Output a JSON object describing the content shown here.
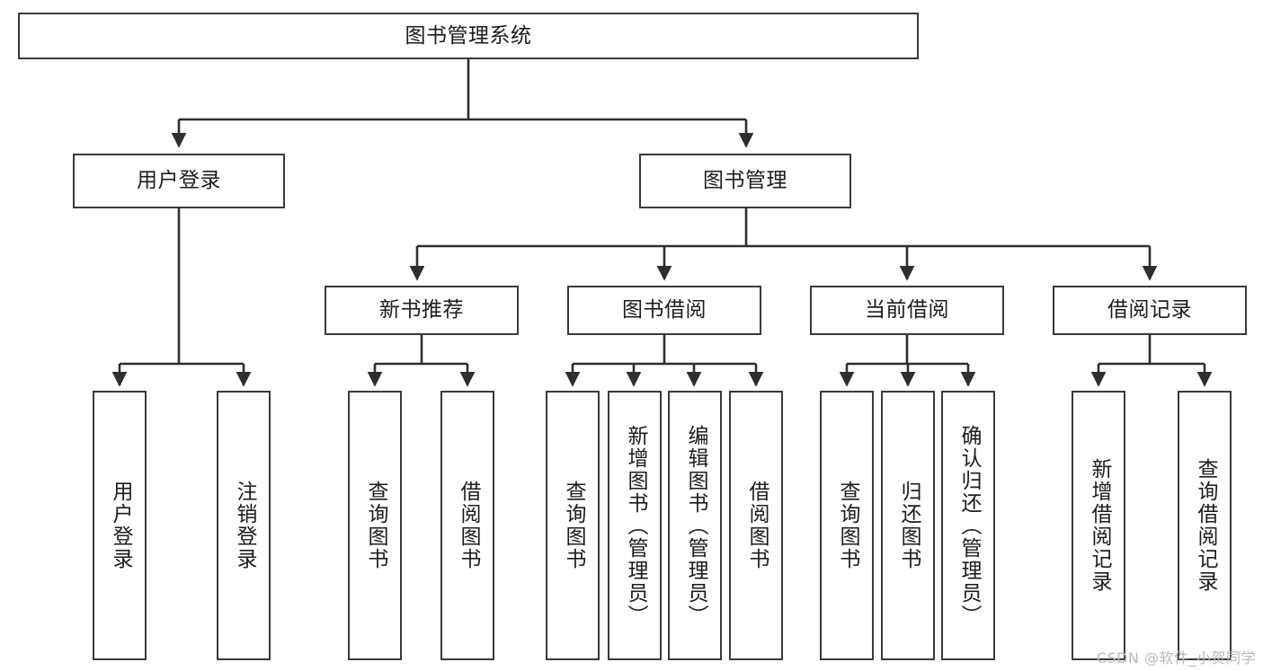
{
  "diagram": {
    "title": "图书管理系统",
    "type": "tree-hierarchy-chart",
    "watermark": "CSDN @软件_小贺同学",
    "colors": {
      "box_border": "#3a3a3a",
      "box_fill": "#ffffff",
      "edge": "#2e2e2e",
      "text": "#1c1c1c",
      "watermark": "#b9b9b9",
      "background": "#ffffff"
    },
    "nodes": {
      "root": {
        "label": "图书管理系统"
      },
      "level2": [
        {
          "id": "user-login",
          "label": "用户登录"
        },
        {
          "id": "book-management",
          "label": "图书管理"
        }
      ],
      "level3": [
        {
          "id": "new-book-recommend",
          "label": "新书推荐"
        },
        {
          "id": "book-borrow",
          "label": "图书借阅"
        },
        {
          "id": "current-borrow",
          "label": "当前借阅"
        },
        {
          "id": "borrow-record",
          "label": "借阅记录"
        }
      ],
      "leaves": {
        "user_login": [
          {
            "id": "leaf-user-login",
            "label": "用户登录"
          },
          {
            "id": "leaf-user-logout",
            "label": "注销登录"
          }
        ],
        "new_book_recommend": [
          {
            "id": "leaf-query-book-1",
            "label": "查询图书"
          },
          {
            "id": "leaf-borrow-book-1",
            "label": "借阅图书"
          }
        ],
        "book_borrow": [
          {
            "id": "leaf-query-book-2",
            "label": "查询图书"
          },
          {
            "id": "leaf-add-book",
            "label": "新增图书（管理员）"
          },
          {
            "id": "leaf-edit-book",
            "label": "编辑图书（管理员）"
          },
          {
            "id": "leaf-borrow-book-2",
            "label": "借阅图书"
          }
        ],
        "current_borrow": [
          {
            "id": "leaf-query-book-3",
            "label": "查询图书"
          },
          {
            "id": "leaf-return-book",
            "label": "归还图书"
          },
          {
            "id": "leaf-confirm-return",
            "label": "确认归还（管理员）"
          }
        ],
        "borrow_record": [
          {
            "id": "leaf-add-record",
            "label": "新增借阅记录"
          },
          {
            "id": "leaf-query-record",
            "label": "查询借阅记录"
          }
        ]
      }
    }
  }
}
